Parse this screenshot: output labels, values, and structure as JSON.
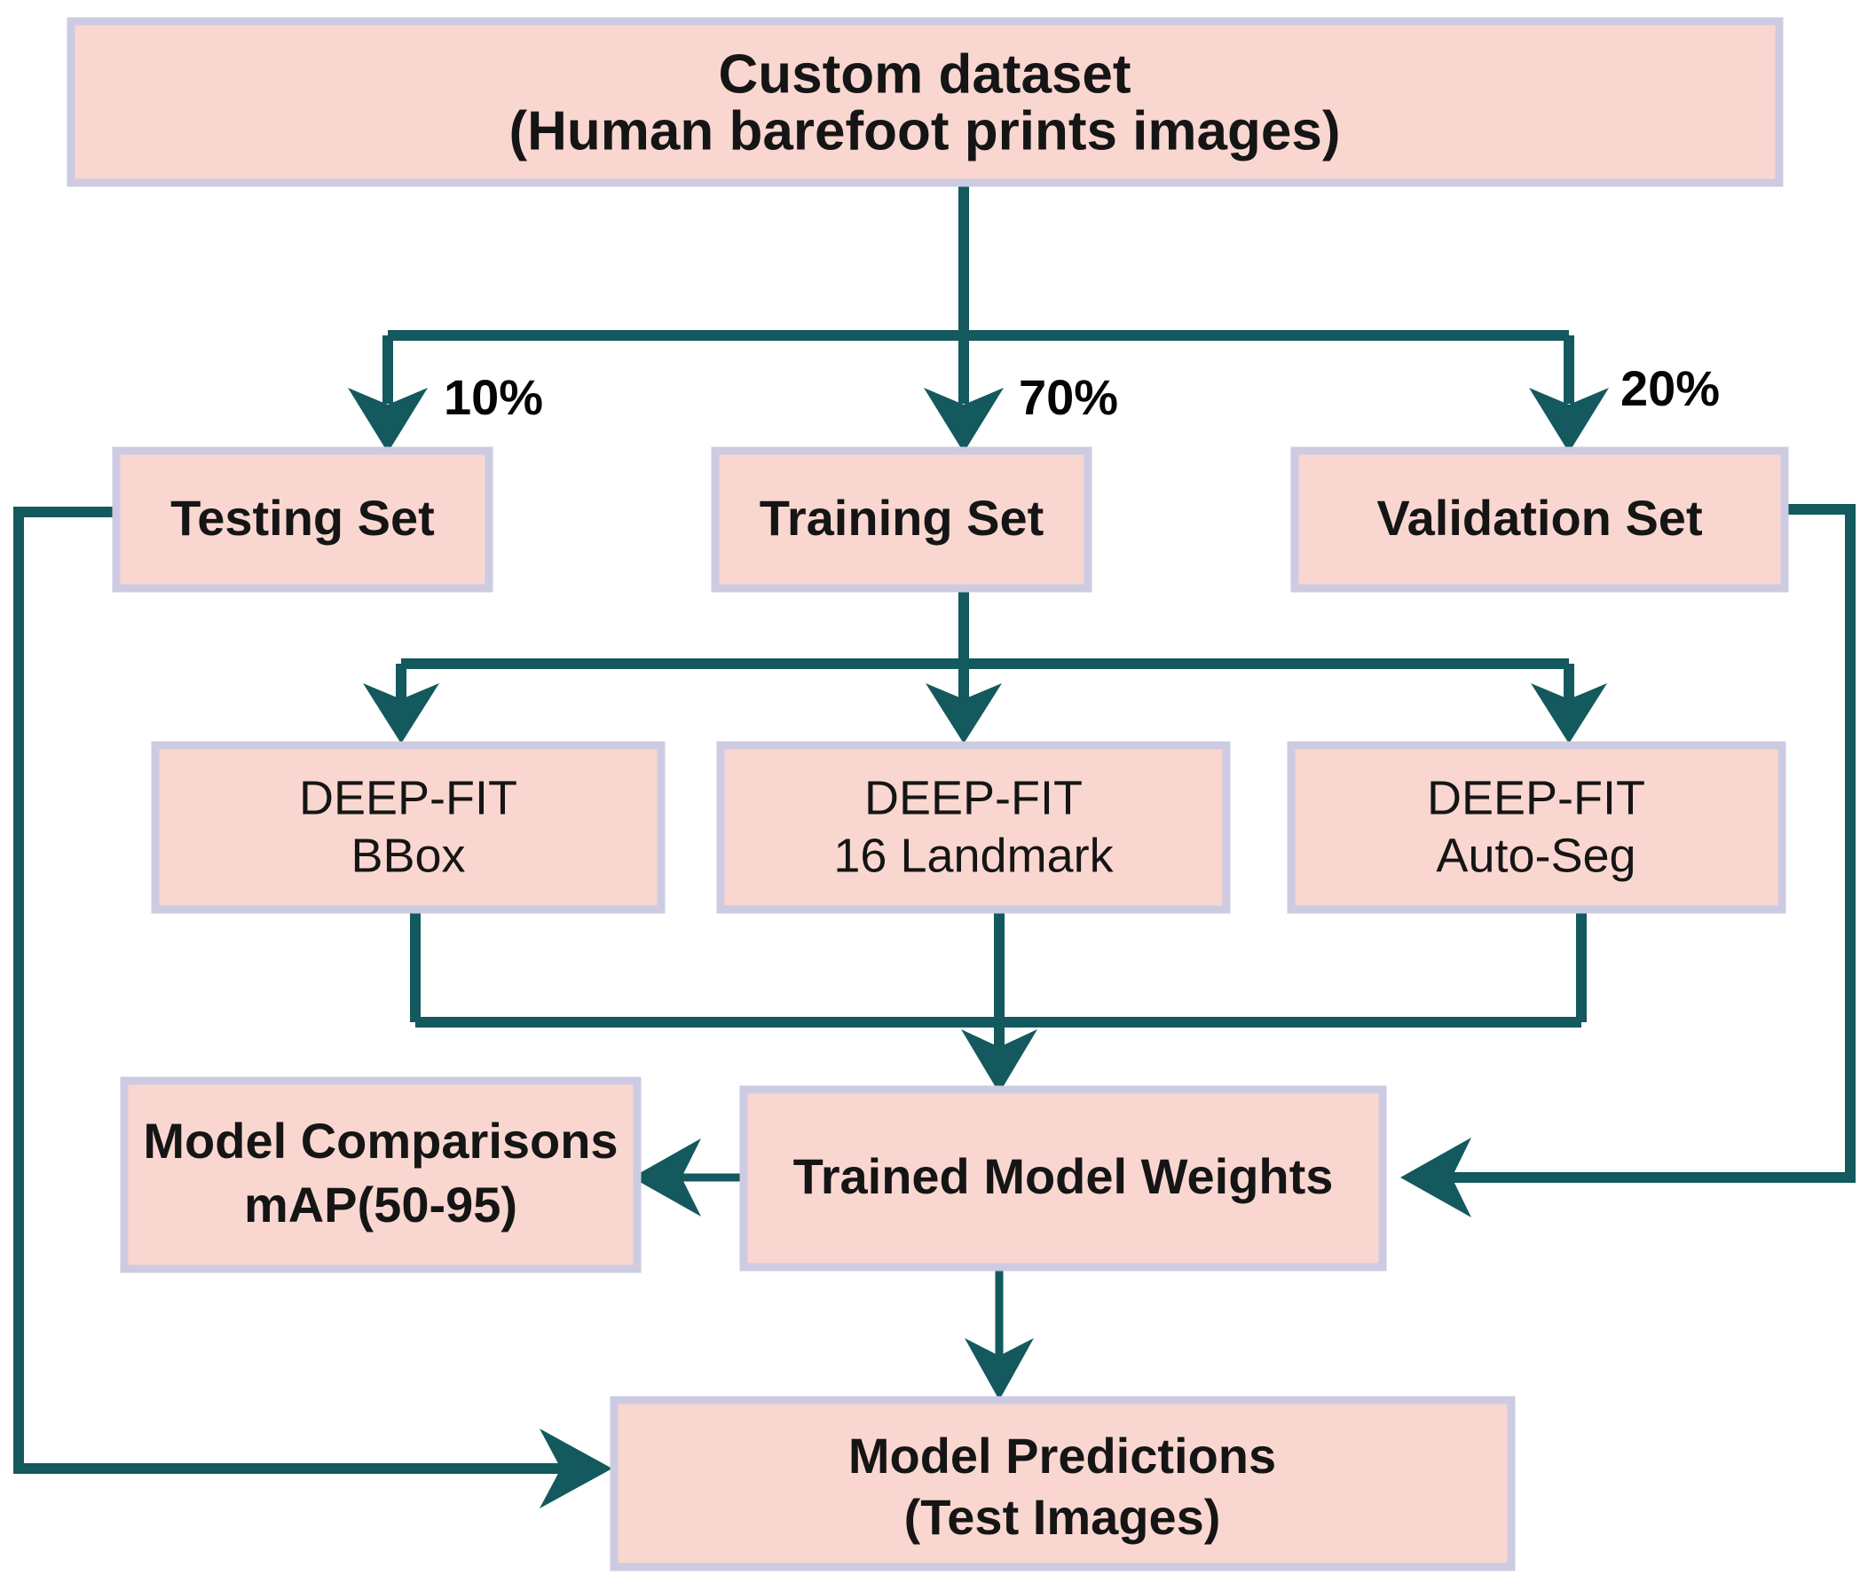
{
  "diagram": {
    "title": "Deep-FIT dataset workflow flowchart",
    "colors": {
      "box_fill": "#f9d7d0",
      "box_border": "#cdcbe2",
      "arrow": "#13595d",
      "text": "#151515",
      "background": "#ffffff"
    },
    "nodes": {
      "dataset": {
        "line1": "Custom dataset",
        "line2": "(Human barefoot prints images)"
      },
      "testing_set": {
        "line1": "Testing Set"
      },
      "training_set": {
        "line1": "Training Set"
      },
      "validation_set": {
        "line1": "Validation Set"
      },
      "deepfit_bbox": {
        "line1": "DEEP-FIT",
        "line2": "BBox"
      },
      "deepfit_landmark": {
        "line1": "DEEP-FIT",
        "line2": "16 Landmark"
      },
      "deepfit_autoseg": {
        "line1": "DEEP-FIT",
        "line2": "Auto-Seg"
      },
      "model_comparisons": {
        "line1": "Model Comparisons",
        "line2": "mAP(50-95)"
      },
      "trained_weights": {
        "line1": "Trained Model Weights"
      },
      "model_predictions": {
        "line1": "Model Predictions",
        "line2": "(Test Images)"
      }
    },
    "edge_labels": {
      "split_testing": "10%",
      "split_training": "70%",
      "split_validation": "20%"
    }
  }
}
